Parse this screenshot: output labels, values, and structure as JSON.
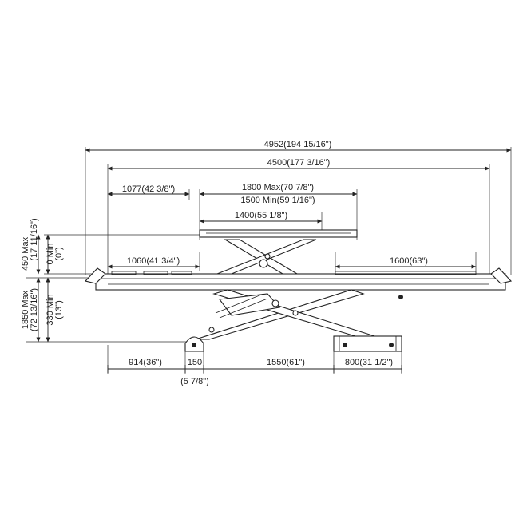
{
  "dimensions": {
    "overall_length": "4952(194 15/16\")",
    "platform_length": "4500(177 3/16\")",
    "front_offset": "1077(42 3/8\")",
    "extension_max": "1800 Max(70 7/8\")",
    "extension_min": "1500 Min(59 1/16\")",
    "sub_platform": "1400(55 1/8\")",
    "front_section": "1060(41 3/4\")",
    "rear_section": "1600(63\")",
    "base_front": "914(36\")",
    "base_gap_mm": "150",
    "base_gap_in": "(5 7/8\")",
    "base_mid": "1550(61\")",
    "base_rear": "800(31 1/2\")",
    "lift_max_a": "450 Max",
    "lift_max_a_in": "(17 11/16\")",
    "lift_min_a": "0 Min",
    "lift_min_a_in": "(0\")",
    "lift_max_b": "1850 Max",
    "lift_max_b_in": "(72 13/16\")",
    "lift_min_b": "330 Min",
    "lift_min_b_in": "(13\")"
  },
  "colors": {
    "line": "#222222",
    "background": "#ffffff"
  }
}
